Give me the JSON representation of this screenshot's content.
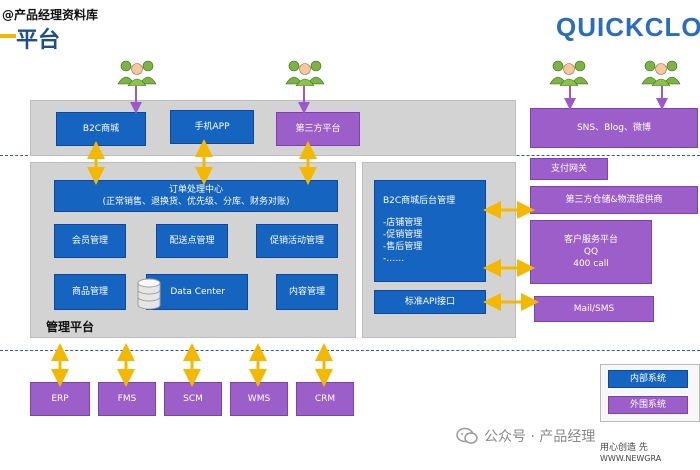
{
  "header": {
    "watermark": "@产品经理资料库",
    "title": "平台",
    "logo": "QUICKCLO"
  },
  "top_row": {
    "b2c": "B2C商城",
    "app": "手机APP",
    "third_party": "第三方平台",
    "sns": "SNS、Blog、微博"
  },
  "order_center": {
    "line1": "订单处理中心",
    "line2": "(正常销售、退换货、优先级、分库、财务对账)"
  },
  "modules": {
    "member": "会员管理",
    "delivery": "配送点管理",
    "promo": "促销活动管理",
    "product": "商品管理",
    "data_center": "Data Center",
    "content": "内容管理"
  },
  "mgmt_label": "管理平台",
  "backend": {
    "title": "B2C商城后台管理",
    "items": [
      "-店铺管理",
      "-促销管理",
      "-售后管理",
      "-……"
    ],
    "api": "标准API接口"
  },
  "right": {
    "payment": "支付网关",
    "logistics": "第三方仓储&物流提供商",
    "cs_line1": "客户服务平台",
    "cs_line2": "QQ",
    "cs_line3": "400 call",
    "mail": "Mail/SMS"
  },
  "bottom": [
    "ERP",
    "FMS",
    "SCM",
    "WMS",
    "CRM"
  ],
  "legend": {
    "internal": "内部系统",
    "external": "外围系统"
  },
  "footer": {
    "wechat": "公众号 · 产品经理",
    "slogan": "用心创造 先",
    "site": "WWW.NEWGRA"
  },
  "colors": {
    "blue": "#1565c0",
    "purple": "#9c5fc9",
    "arrow": "#f5b800",
    "connector": "#9b59c9"
  }
}
